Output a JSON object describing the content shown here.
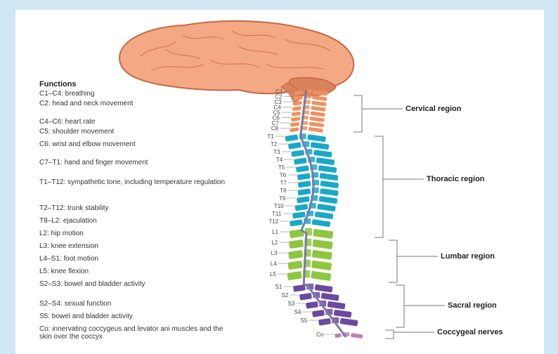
{
  "functions": {
    "title": "Functions",
    "items": [
      "C1–C4: breathing",
      "C2: head and neck movement",
      "C4–C6: heart rate",
      "C5: shoulder movement",
      "C6: wrist and elbow movement",
      "C7–T1: hand and finger movement",
      "T1–T12: sympathetic tone, including temperature regulation",
      "T2–T12: trunk stability",
      "T8–L2: ejaculation",
      "L2: hip motion",
      "L3: knee extension",
      "L4–S1: foot motion",
      "L5: knee flexion",
      "S2–S3: bowel and bladder activity",
      "S2–S4: sexual function",
      "S5: bowel and bladder activity",
      "Co: innervating coccygeus and levator ani muscles and the skin over the coccyx"
    ]
  },
  "regions": [
    {
      "name": "Cervical region",
      "color": "#f0925e"
    },
    {
      "name": "Thoracic region",
      "color": "#1aa8c8"
    },
    {
      "name": "Lumbar region",
      "color": "#8dc63f"
    },
    {
      "name": "Sacral region",
      "color": "#6a4aa0"
    },
    {
      "name": "Coccygeal nerves",
      "color": "#c080b0"
    }
  ],
  "segments": {
    "cervical": [
      "C1",
      "C2",
      "C3",
      "C4",
      "C5",
      "C6",
      "C7",
      "C8"
    ],
    "thoracic": [
      "T1",
      "T2",
      "T3",
      "T4",
      "T5",
      "T6",
      "T7",
      "T8",
      "T9",
      "T10",
      "T11",
      "T12"
    ],
    "lumbar": [
      "L1",
      "L2",
      "L3",
      "L4",
      "L5"
    ],
    "sacral": [
      "S1",
      "S2",
      "S3",
      "S4",
      "S5"
    ],
    "coccygeal": [
      "Co"
    ]
  },
  "colors": {
    "brain": "#f4a984",
    "brain_dark": "#d9825c",
    "cord": "#7a7aa8"
  }
}
